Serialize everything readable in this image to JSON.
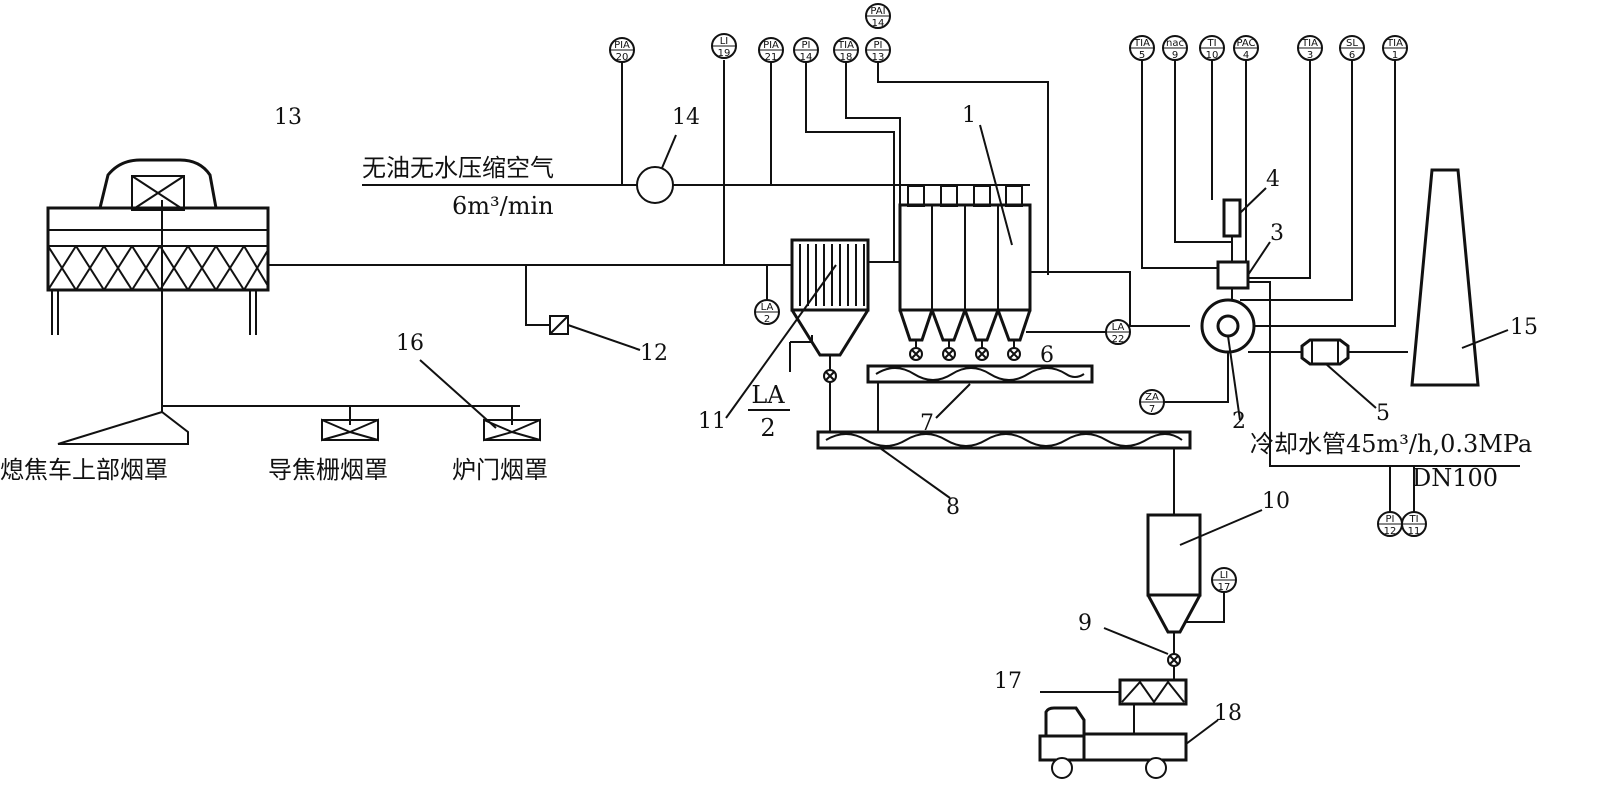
{
  "labels": {
    "air_supply": "无油无水压缩空气",
    "air_flow": "6m³/min",
    "hood_car": "熄焦车上部烟罩",
    "hood_guide": "导焦栅烟罩",
    "hood_door": "炉门烟罩",
    "cooling_water": "冷却水管45m³/h,0.3MPa",
    "dn": "DN100",
    "la_text": "LA",
    "la_num": "2"
  },
  "numbers": {
    "n1": "1",
    "n2": "2",
    "n3": "3",
    "n4": "4",
    "n5": "5",
    "n6": "6",
    "n7": "7",
    "n8": "8",
    "n9": "9",
    "n10": "10",
    "n11": "11",
    "n12": "12",
    "n13": "13",
    "n14": "14",
    "n15": "15",
    "n16": "16",
    "n17": "17",
    "n18": "18"
  },
  "instruments": {
    "pia20": {
      "top": "PIA",
      "bot": "20"
    },
    "li19": {
      "top": "LI",
      "bot": "19"
    },
    "pia21": {
      "top": "PIA",
      "bot": "21"
    },
    "pi14": {
      "top": "PI",
      "bot": "14"
    },
    "tia18": {
      "top": "TIA",
      "bot": "18"
    },
    "pai14": {
      "top": "PAI",
      "bot": "14"
    },
    "pi13": {
      "top": "PI",
      "bot": "13"
    },
    "tia5": {
      "top": "TIA",
      "bot": "5"
    },
    "nac9": {
      "top": "nac",
      "bot": "9"
    },
    "ti10": {
      "top": "TI",
      "bot": "10"
    },
    "pac4": {
      "top": "PAC",
      "bot": "4"
    },
    "tia3": {
      "top": "TIA",
      "bot": "3"
    },
    "sl6": {
      "top": "SL",
      "bot": "6"
    },
    "tia1": {
      "top": "TIA",
      "bot": "1"
    },
    "la2": {
      "top": "LA",
      "bot": "2"
    },
    "la22": {
      "top": "LA",
      "bot": "22"
    },
    "za7": {
      "top": "ZA",
      "bot": "7"
    },
    "pi12": {
      "top": "PI",
      "bot": "12"
    },
    "ti11": {
      "top": "TI",
      "bot": "11"
    },
    "li17": {
      "top": "LI",
      "bot": "17"
    }
  }
}
